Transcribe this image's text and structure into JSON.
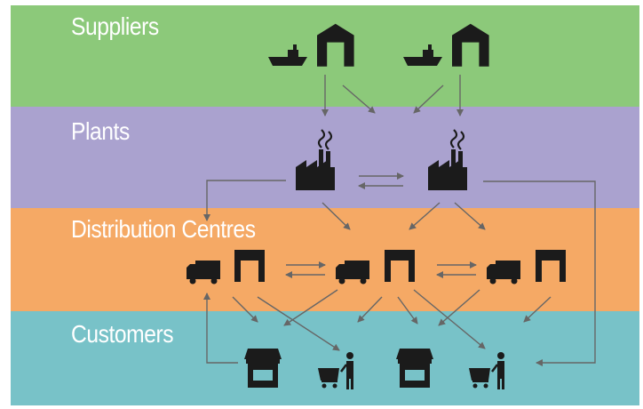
{
  "bands": [
    {
      "key": "suppliers",
      "label": "Suppliers",
      "color": "#8cc97a"
    },
    {
      "key": "plants",
      "label": "Plants",
      "color": "#aaa2cf"
    },
    {
      "key": "distribution",
      "label": "Distribution Centres",
      "color": "#f5a965"
    },
    {
      "key": "customers",
      "label": "Customers",
      "color": "#78c2c8"
    }
  ],
  "colors": {
    "icon": "#1b1b1b",
    "arrow": "#666666"
  },
  "icons": {
    "supplier": [
      "cargo-ship-icon",
      "warehouse-icon"
    ],
    "plant": "factory-icon",
    "distribution": [
      "delivery-truck-icon",
      "warehouse-icon"
    ],
    "customer": [
      "storefront-icon",
      "shopper-with-cart-icon"
    ]
  }
}
